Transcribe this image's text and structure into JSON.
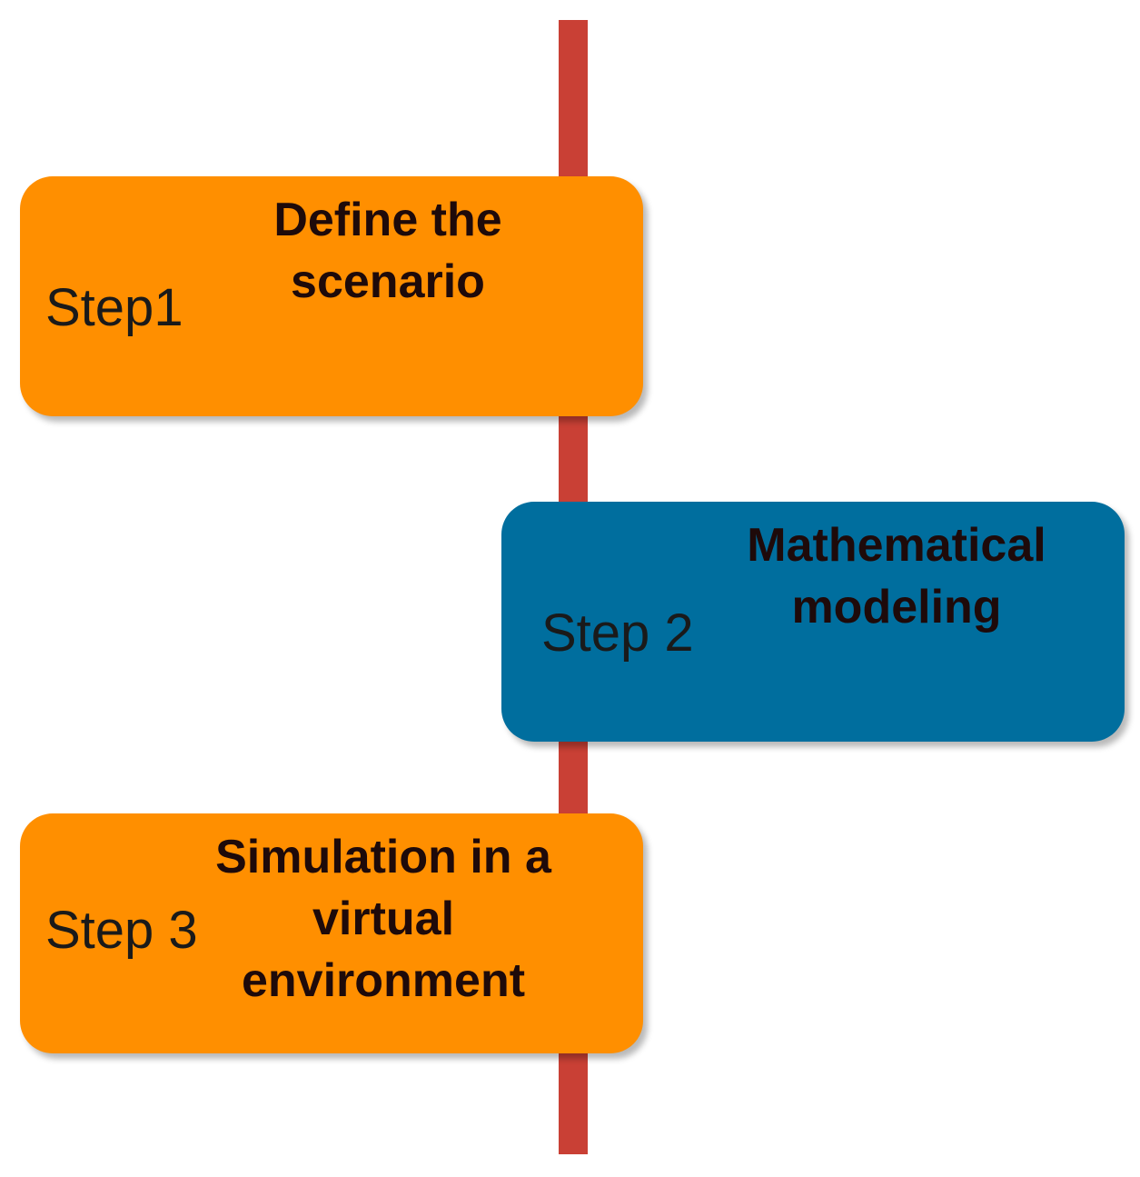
{
  "colors": {
    "timeline": "#c94035",
    "orange": "#ff8f00",
    "blue": "#006e9e"
  },
  "steps": [
    {
      "label": "Step1",
      "title": "Define the\nscenario",
      "color": "orange"
    },
    {
      "label": "Step 2",
      "title": "Mathematical\nmodeling",
      "color": "blue"
    },
    {
      "label": "Step 3",
      "title": "Simulation in a\nvirtual\nenvironment",
      "color": "orange"
    }
  ]
}
